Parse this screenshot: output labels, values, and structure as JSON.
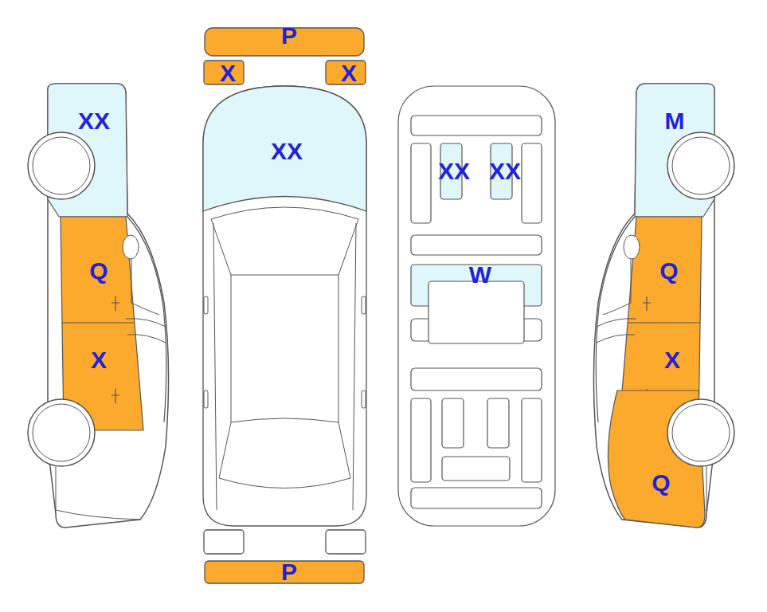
{
  "diagram": {
    "labels": [
      "P",
      "X",
      "X",
      "XX",
      "M",
      "XX",
      "XX",
      "XX",
      "Q",
      "Q",
      "W",
      "X",
      "X",
      "Q",
      "P"
    ]
  }
}
